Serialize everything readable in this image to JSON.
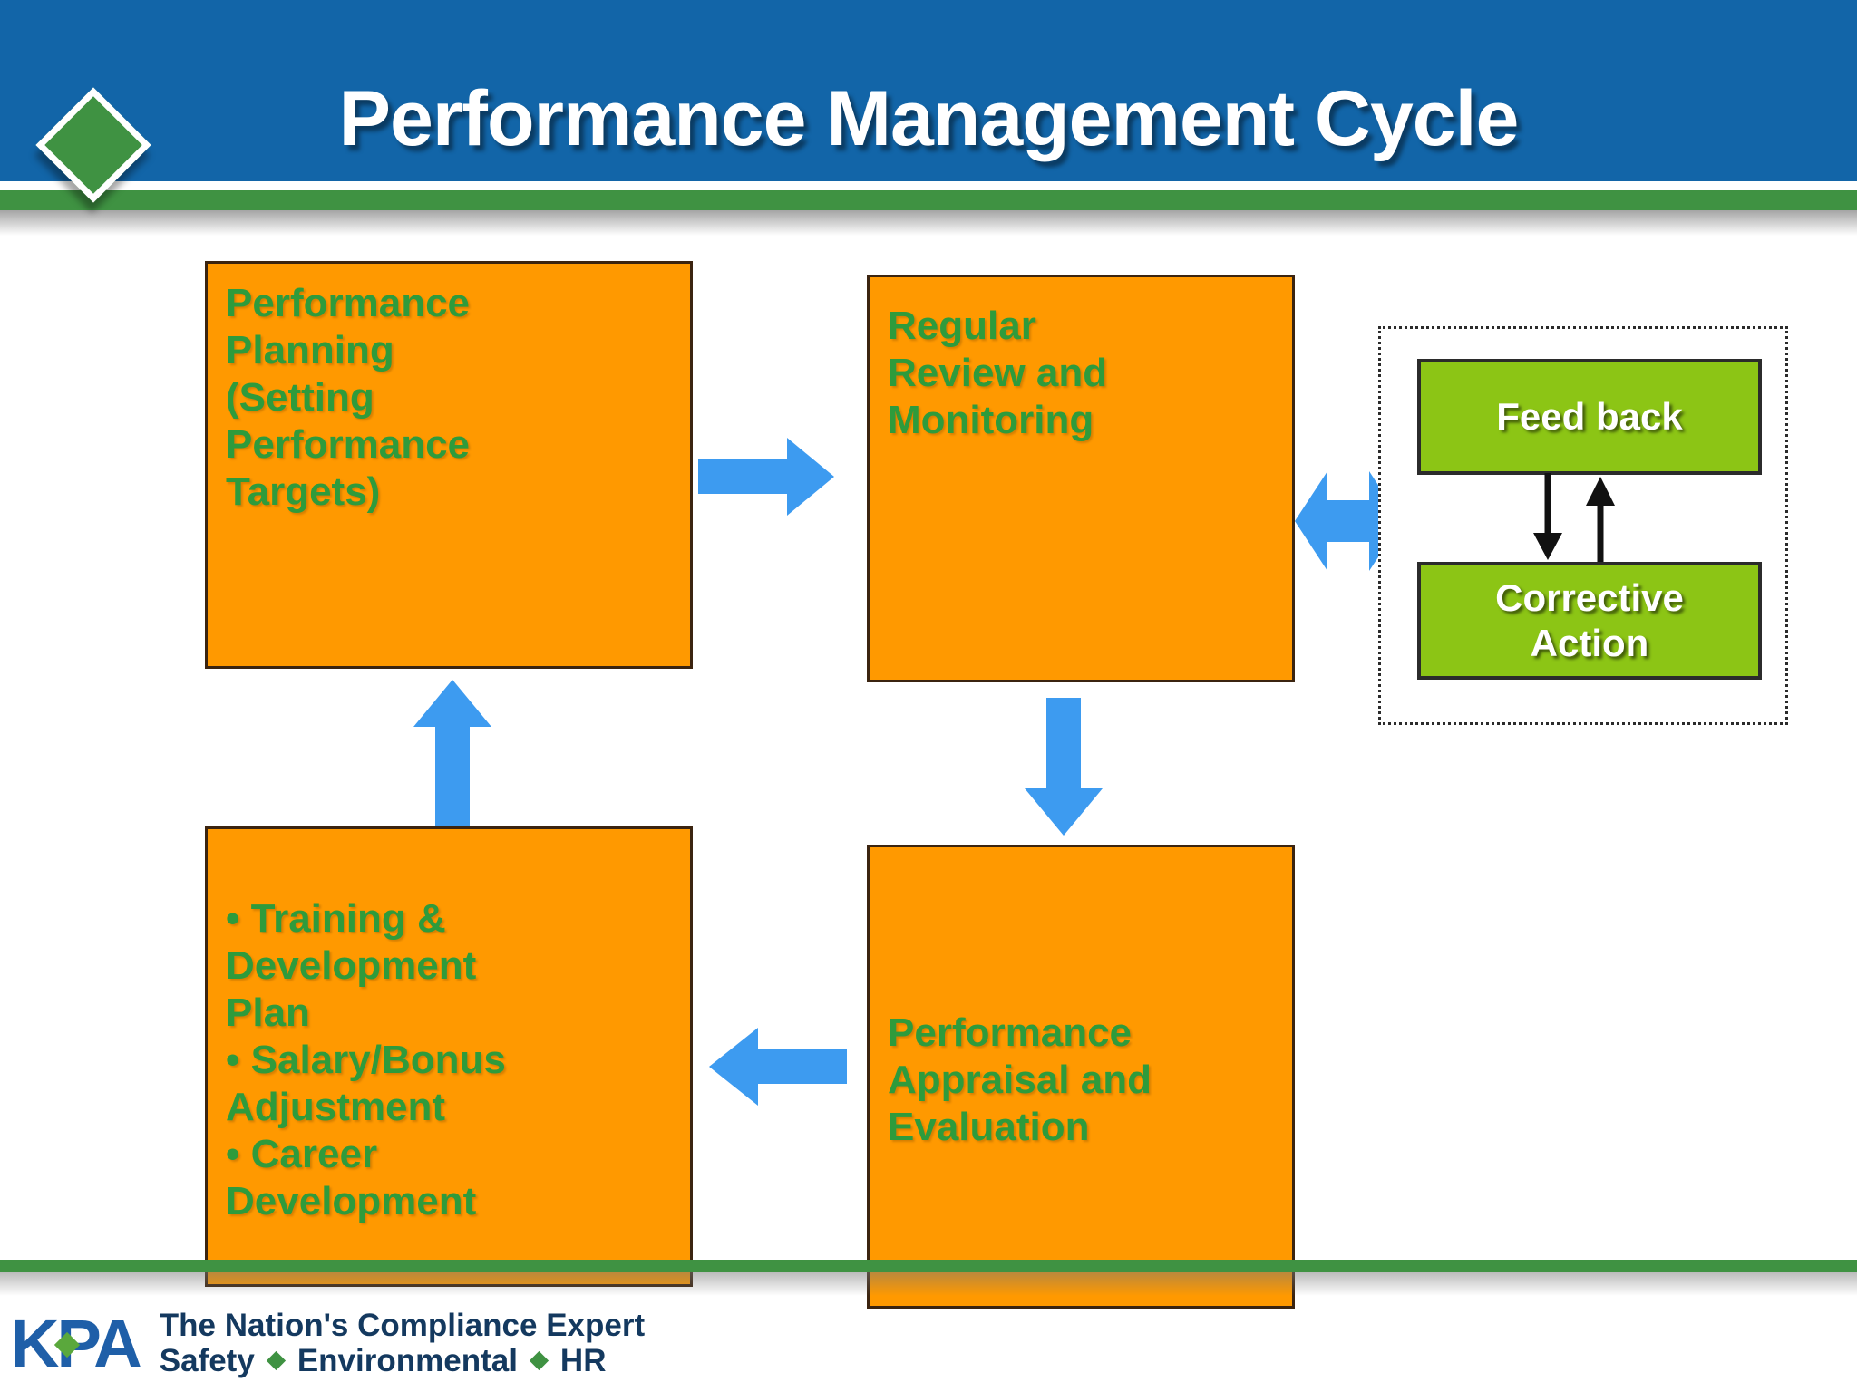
{
  "header": {
    "title": "Performance Management Cycle",
    "band_color": "#1265a8",
    "rule_color": "#3f9242",
    "diamond_icon": "green-diamond-icon"
  },
  "theme": {
    "process_box_fill": "#FF9900",
    "process_box_border": "#3b2410",
    "process_text_color": "#2E9B3C",
    "arrow_color": "#3D9BF0",
    "feedback_box_fill": "#8CC515",
    "feedback_box_border": "#2b2b2b",
    "feedback_text_color": "#ffffff"
  },
  "diagram": {
    "type": "cycle-flowchart",
    "boxes": [
      {
        "id": "performance-planning",
        "lines": [
          "Performance",
          "Planning",
          "(Setting",
          "Performance",
          "Targets)"
        ],
        "text": "Performance Planning (Setting Performance Targets)"
      },
      {
        "id": "regular-review",
        "lines": [
          "Regular",
          "Review and",
          "Monitoring"
        ],
        "text": "Regular Review and Monitoring"
      },
      {
        "id": "performance-appraisal",
        "lines": [
          "Performance",
          "Appraisal and",
          "Evaluation"
        ],
        "text": "Performance Appraisal and Evaluation"
      },
      {
        "id": "training-development",
        "lines": [
          "• Training &",
          "Development",
          "Plan",
          "• Salary/Bonus",
          "Adjustment",
          "• Career",
          "Development"
        ],
        "text": "• Training & Development Plan • Salary/Bonus Adjustment • Career Development"
      }
    ],
    "feedback_group": {
      "feedback_label": "Feed back",
      "corrective_lines": [
        "Corrective",
        "Action"
      ],
      "corrective_label": "Corrective Action"
    },
    "connectors": [
      {
        "id": "planning-to-review",
        "icon": "arrow-right-icon"
      },
      {
        "id": "review-to-appraisal",
        "icon": "arrow-down-icon"
      },
      {
        "id": "appraisal-to-development",
        "icon": "arrow-left-icon"
      },
      {
        "id": "development-to-planning",
        "icon": "arrow-up-icon"
      },
      {
        "id": "review-to-feedback",
        "icon": "arrow-double-horizontal-icon"
      },
      {
        "id": "feedback-to-corrective",
        "icon": "arrow-down-thin-icon"
      },
      {
        "id": "corrective-to-feedback",
        "icon": "arrow-up-thin-icon"
      }
    ]
  },
  "footer": {
    "logo_text": "KPA",
    "tagline_line1": "The Nation's Compliance Expert",
    "tagline_safety": "Safety",
    "tagline_environmental": "Environmental",
    "tagline_hr": "HR"
  }
}
